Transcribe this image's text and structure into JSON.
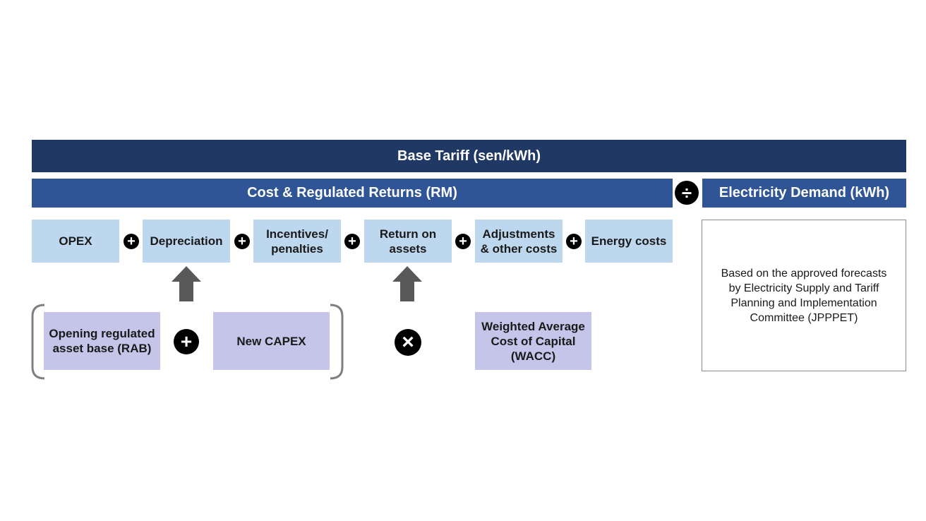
{
  "top_bar": {
    "label": "Base Tariff (sen/kWh)"
  },
  "cost_bar": {
    "label": "Cost & Regulated Returns (RM)"
  },
  "divide_operator": "÷",
  "demand_bar": {
    "label": "Electricity Demand (kWh)"
  },
  "components": [
    {
      "lines": [
        "OPEX"
      ]
    },
    {
      "lines": [
        "Depreciation"
      ]
    },
    {
      "lines": [
        "Incentives/",
        "penalties"
      ]
    },
    {
      "lines": [
        "Return on",
        "assets"
      ]
    },
    {
      "lines": [
        "Adjustments",
        "& other costs"
      ]
    },
    {
      "lines": [
        "Energy costs"
      ]
    }
  ],
  "plus_operator": "+",
  "times_operator": "×",
  "asset_inputs": {
    "rab": {
      "lines": [
        "Opening regulated",
        "asset base (RAB)"
      ]
    },
    "capex": {
      "lines": [
        "New CAPEX"
      ]
    }
  },
  "wacc": {
    "lines": [
      "Weighted Average",
      "Cost of Capital",
      "(WACC)"
    ]
  },
  "demand_note": {
    "lines": [
      "Based on the approved forecasts",
      "by  Electricity Supply and Tariff",
      "Planning and Implementation",
      "Committee (JPPPET)"
    ]
  },
  "colors": {
    "top_bar": "#1f3864",
    "cost_bar": "#2f5597",
    "component_fill": "#bdd7ee",
    "input_fill": "#c5c5ea",
    "arrow": "#595959"
  }
}
